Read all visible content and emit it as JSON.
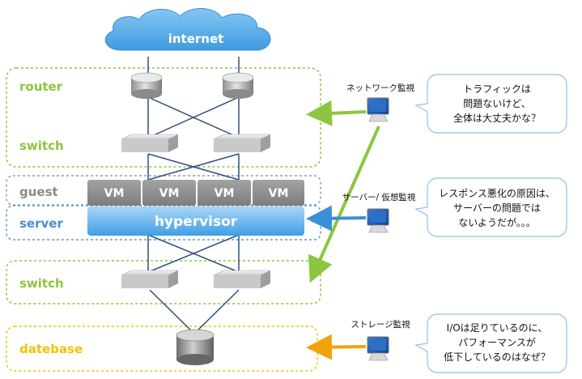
{
  "cloud": {
    "label": "internet"
  },
  "layers": {
    "router": "router",
    "switch_top": "switch",
    "guest": "guest",
    "server": "server",
    "switch_bottom": "switch",
    "database": "datebase"
  },
  "vms": [
    "VM",
    "VM",
    "VM",
    "VM"
  ],
  "hypervisor": "hypervisor",
  "monitors": [
    {
      "label": "ネットワーク監視",
      "bubble": [
        "トラフィックは",
        "問題ないけど、",
        "全体は大丈夫かな？"
      ]
    },
    {
      "label": "サーバー/ 仮想監視",
      "bubble": [
        "レスポンス悪化の原因は、",
        "サーバーの問題では",
        "ないようだが。。。"
      ]
    },
    {
      "label": "ストレージ監視",
      "bubble": [
        "I/Oは足りているのに、",
        "パフォーマンスが",
        "低下しているのはなぜ？"
      ]
    }
  ],
  "colors": {
    "green": "#8cc63f",
    "blue": "#3b8fd6",
    "orange": "#f0a30a",
    "gray": "#8a8a8a",
    "cloud": "#5aaee8"
  }
}
